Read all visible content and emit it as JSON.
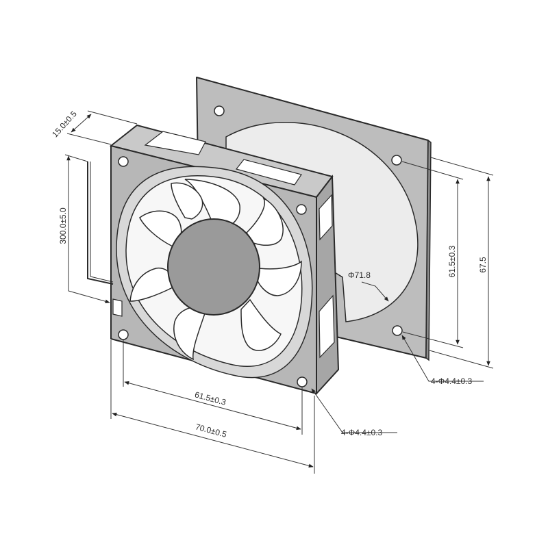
{
  "dimensions": {
    "thickness": "15.0±0.5",
    "cable_length": "300.0±5.0",
    "hole_pitch_front": "61.5±0.3",
    "overall_width": "70.0±0.5",
    "mount_hole_front": "4-Φ4.4±0.3",
    "opening_diameter": "Φ71.8",
    "hole_pitch_gasket": "61.5±0.3",
    "gasket_height": "67.5",
    "mount_hole_gasket": "4-Φ4.4±0.3"
  },
  "colors": {
    "frame": "#b7b7b7",
    "frame_dark": "#9c9c9c",
    "gasket": "#bdbdbd",
    "hub": "#9a9a9a",
    "blade": "#ffffff",
    "line": "#2a2a2a"
  }
}
